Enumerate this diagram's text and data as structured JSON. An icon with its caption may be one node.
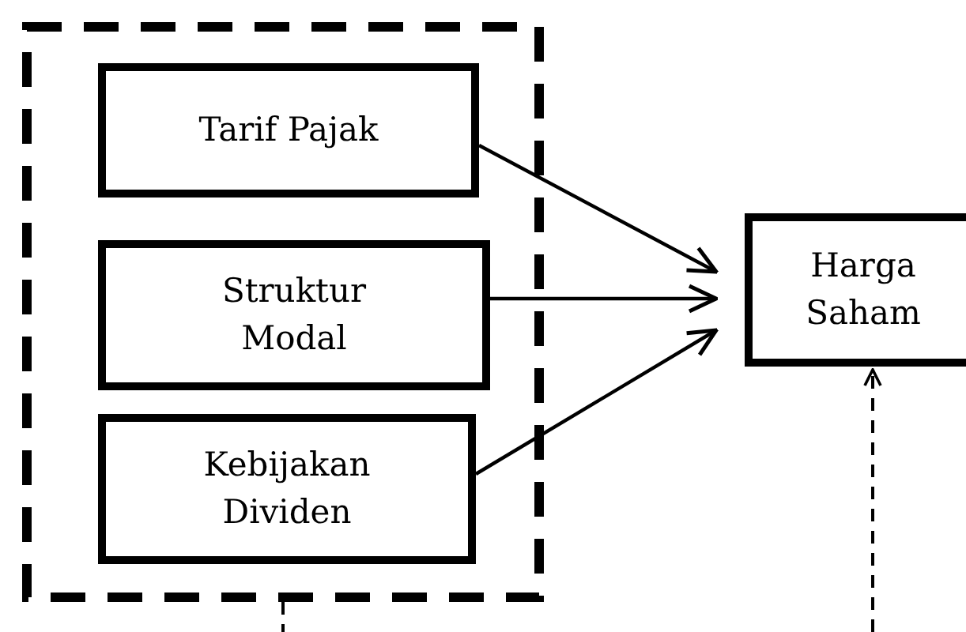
{
  "diagram": {
    "nodes": [
      {
        "text": [],
        "shape": "box"
      },
      {
        "text": [
          "Tarif Pajak"
        ],
        "in": 0
      },
      {
        "text": [
          "Struktur Modal"
        ],
        "in": 0
      },
      {
        "text": [
          "Kebijakan Dividen"
        ],
        "in": 0
      },
      {
        "text": [
          "Harga Saham"
        ]
      }
    ],
    "edges": [
      {
        "from": 1,
        "to": 4,
        "arrow": "to"
      },
      {
        "from": 2,
        "to": 4,
        "arrow": "to"
      },
      {
        "from": 3,
        "to": 4,
        "arrow": "to"
      },
      {
        "from": 0,
        "to": null,
        "arrow": "none",
        "style": "dashed"
      },
      {
        "from": null,
        "to": 4,
        "arrow": "to",
        "style": "dashed"
      }
    ]
  }
}
